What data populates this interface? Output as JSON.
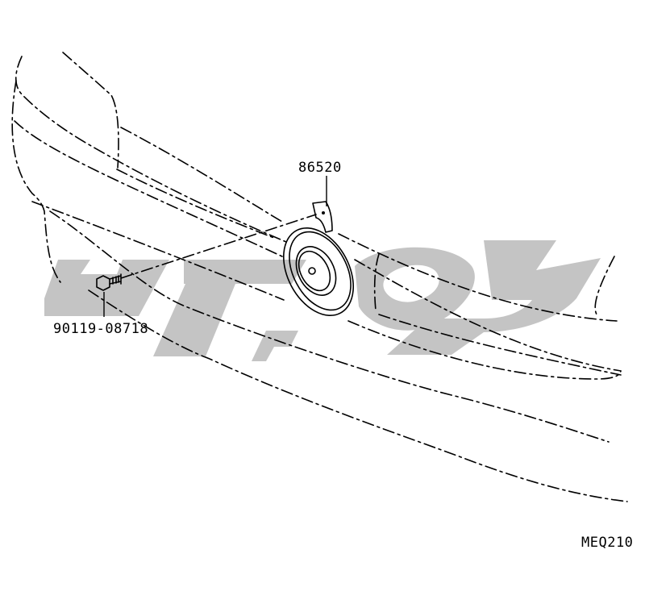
{
  "callouts": {
    "horn_part_number": "86520",
    "bolt_part_number": "90119-08718"
  },
  "figure_code": "MEQ210",
  "colors": {
    "line": "#000000",
    "watermark": "#c4c4c4",
    "background": "#ffffff"
  }
}
